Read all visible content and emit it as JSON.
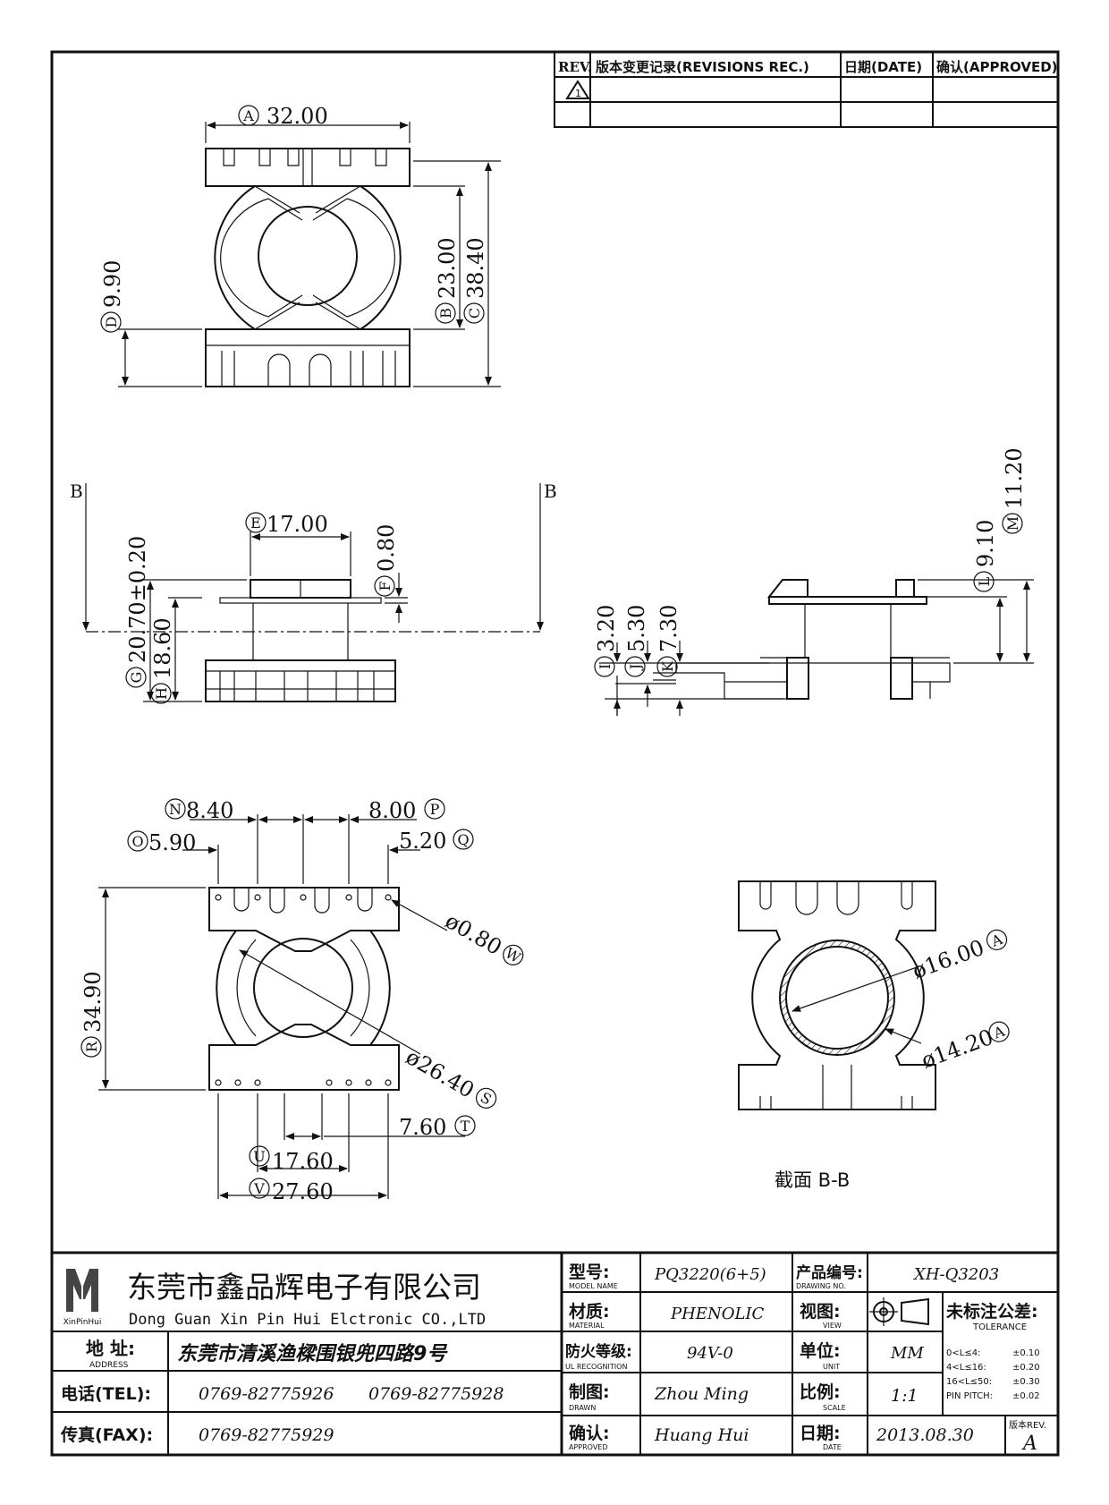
{
  "revision_table": {
    "headers": [
      "REV.",
      "版本变更记录(REVISIONS REC.)",
      "日期(DATE)",
      "确认(APPROVED)"
    ],
    "rev_symbol": "1"
  },
  "dimensions": {
    "A": {
      "letter": "A",
      "value": "32.00"
    },
    "B": {
      "letter": "B",
      "value": "23.00"
    },
    "C": {
      "letter": "C",
      "value": "38.40"
    },
    "D": {
      "letter": "D",
      "value": "9.90"
    },
    "E": {
      "letter": "E",
      "value": "17.00"
    },
    "F": {
      "letter": "F",
      "value": "0.80"
    },
    "G": {
      "letter": "G",
      "value": "20.70±0.20"
    },
    "H": {
      "letter": "H",
      "value": "18.60"
    },
    "I": {
      "letter": "I",
      "value": "3.20"
    },
    "J": {
      "letter": "J",
      "value": "5.30"
    },
    "K": {
      "letter": "K",
      "value": "7.30"
    },
    "L": {
      "letter": "L",
      "value": "9.10"
    },
    "M": {
      "letter": "M",
      "value": "11.20"
    },
    "N": {
      "letter": "N",
      "value": "8.40"
    },
    "O": {
      "letter": "O",
      "value": "5.90"
    },
    "P": {
      "letter": "P",
      "value": "8.00"
    },
    "Q": {
      "letter": "Q",
      "value": "5.20"
    },
    "R": {
      "letter": "R",
      "value": "34.90"
    },
    "S": {
      "letter": "S",
      "value": "ø26.40"
    },
    "T": {
      "letter": "T",
      "value": "7.60"
    },
    "U": {
      "letter": "U",
      "value": "17.60"
    },
    "V": {
      "letter": "V",
      "value": "27.60"
    },
    "W": {
      "letter": "W",
      "value": "ø0.80"
    },
    "A2": {
      "letter": "A",
      "value": "ø16.00"
    },
    "A3": {
      "letter": "A",
      "value": "ø14.20"
    }
  },
  "section": {
    "cut_letter": "B",
    "label": "截面 B-B"
  },
  "title_block": {
    "company_cn": "东莞市鑫品辉电子有限公司",
    "company_en": "Dong Guan Xin Pin Hui Elctronic CO.,LTD",
    "logo_text": "XinPinHui",
    "address_label": "地 址:",
    "address_label_en": "ADDRESS",
    "address": "东莞市清溪渔樑围银兜四路9号",
    "tel_label": "电话(TEL):",
    "tel1": "0769-82775926",
    "tel2": "0769-82775928",
    "fax_label": "传真(FAX):",
    "fax": "0769-82775929",
    "model_label": "型号:",
    "model_label_en": "MODEL NAME",
    "model": "PQ3220(6+5)",
    "material_label": "材质:",
    "material_label_en": "MATERIAL",
    "material": "PHENOLIC",
    "ul_label": "防火等级:",
    "ul_label_en": "UL RECOGNITION",
    "ul": "94V-0",
    "drawn_label": "制图:",
    "drawn_label_en": "DRAWN",
    "drawn": "Zhou Ming",
    "approved_label": "确认:",
    "approved_label_en": "APPROVED",
    "approved": "Huang Hui",
    "drawing_no_label": "产品编号:",
    "drawing_no_label_en": "DRAWING NO.",
    "drawing_no": "XH-Q3203",
    "view_label": "视图:",
    "view_label_en": "VIEW",
    "unit_label": "单位:",
    "unit_label_en": "UNIT",
    "unit": "MM",
    "scale_label": "比例:",
    "scale_label_en": "SCALE",
    "scale": "1:1",
    "date_label": "日期:",
    "date_label_en": "DATE",
    "date": "2013.08.30",
    "tolerance_label": "未标注公差:",
    "tolerance_label_en": "TOLERANCE",
    "tolerances": [
      {
        "range": "0<L≤4:",
        "value": "±0.10"
      },
      {
        "range": "4<L≤16:",
        "value": "±0.20"
      },
      {
        "range": "16<L≤50:",
        "value": "±0.30"
      },
      {
        "range": "PIN PITCH:",
        "value": "±0.02"
      }
    ],
    "rev_label": "版本REV.",
    "rev": "A"
  }
}
